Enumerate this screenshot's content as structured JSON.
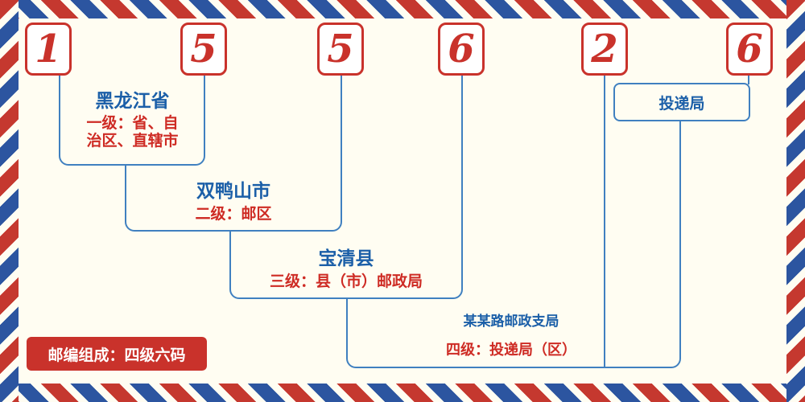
{
  "postal_code": {
    "digits": [
      "1",
      "5",
      "5",
      "6",
      "2",
      "6"
    ]
  },
  "levels": [
    {
      "name": "黑龙江省",
      "desc_line1": "一级：省、自",
      "desc_line2": "治区、直辖市"
    },
    {
      "name": "双鸭山市",
      "desc": "二级：邮区"
    },
    {
      "name": "宝清县",
      "desc": "三级：县（市）邮政局"
    },
    {
      "name": "某某路邮政支局",
      "desc": "四级：投递局（区）"
    }
  ],
  "delivery_office": {
    "label": "投递局"
  },
  "footer": {
    "badge": "邮编组成：四级六码"
  },
  "colors": {
    "accent_red": "#c9322b",
    "accent_blue": "#1b5fa8",
    "line_blue": "#4080c0",
    "stripe_red": "#c5382f",
    "stripe_blue": "#2c55a0"
  }
}
